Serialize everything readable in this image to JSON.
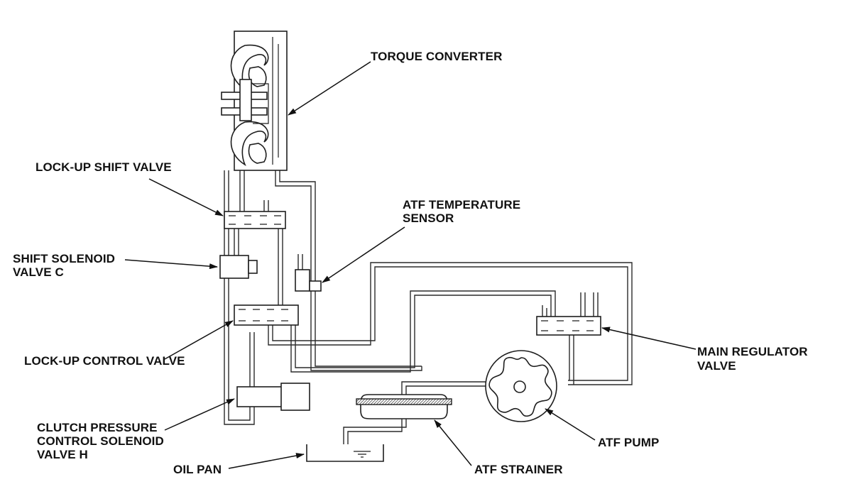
{
  "labels": {
    "torque_converter": "TORQUE CONVERTER",
    "lockup_shift_valve": "LOCK-UP SHIFT VALVE",
    "atf_temp_sensor_1": "ATF TEMPERATURE",
    "atf_temp_sensor_2": "SENSOR",
    "shift_solenoid_1": "SHIFT SOLENOID",
    "shift_solenoid_2": "VALVE C",
    "lockup_control_valve": "LOCK-UP CONTROL VALVE",
    "main_regulator_1": "MAIN REGULATOR",
    "main_regulator_2": "VALVE",
    "clutch_pressure_1": "CLUTCH PRESSURE",
    "clutch_pressure_2": "CONTROL SOLENOID",
    "clutch_pressure_3": "VALVE H",
    "atf_pump": "ATF PUMP",
    "oil_pan": "OIL PAN",
    "atf_strainer": "ATF STRAINER"
  }
}
